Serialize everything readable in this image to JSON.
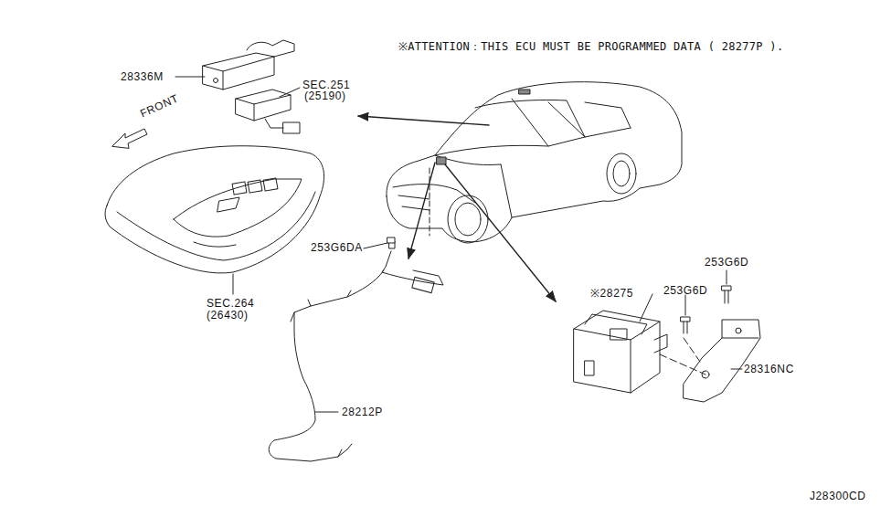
{
  "diagram": {
    "labels": [
      "※ATTENTION：THIS ECU MUST BE PROGRAMMED DATA ( 28277P ).",
      "28336M",
      "SEC.251",
      "(25190)",
      "FRONT",
      "SEC.264",
      "(26430)",
      "253G6DA",
      "28212P",
      "※28275",
      "253G6D",
      "253G6D",
      "28316NC",
      "J28300CD"
    ]
  }
}
